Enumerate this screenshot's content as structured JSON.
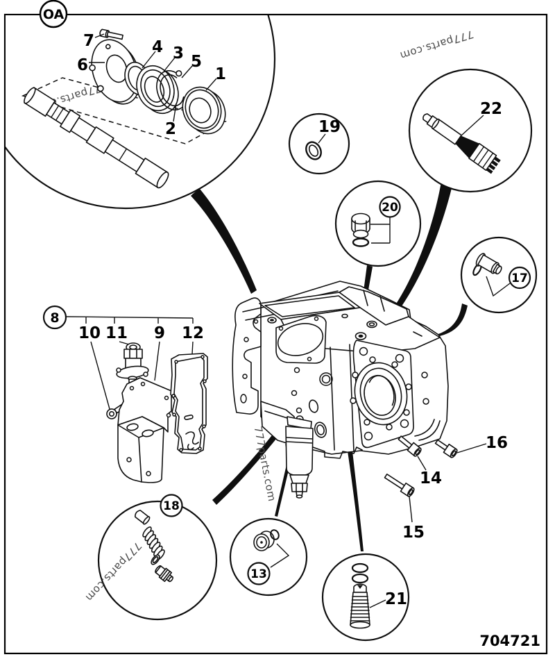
{
  "page": {
    "part_code": "704721",
    "origin_badge": "OA",
    "watermark": "777parts.com"
  },
  "callouts": {
    "n1": "1",
    "n2": "2",
    "n3": "3",
    "n4": "4",
    "n5": "5",
    "n6": "6",
    "n7": "7",
    "n8": "8",
    "n9": "9",
    "n10": "10",
    "n11": "11",
    "n12": "12",
    "n13": "13",
    "n14": "14",
    "n15": "15",
    "n16": "16",
    "n17": "17",
    "n18": "18",
    "n19": "19",
    "n20": "20",
    "n21": "21",
    "n22": "22"
  }
}
